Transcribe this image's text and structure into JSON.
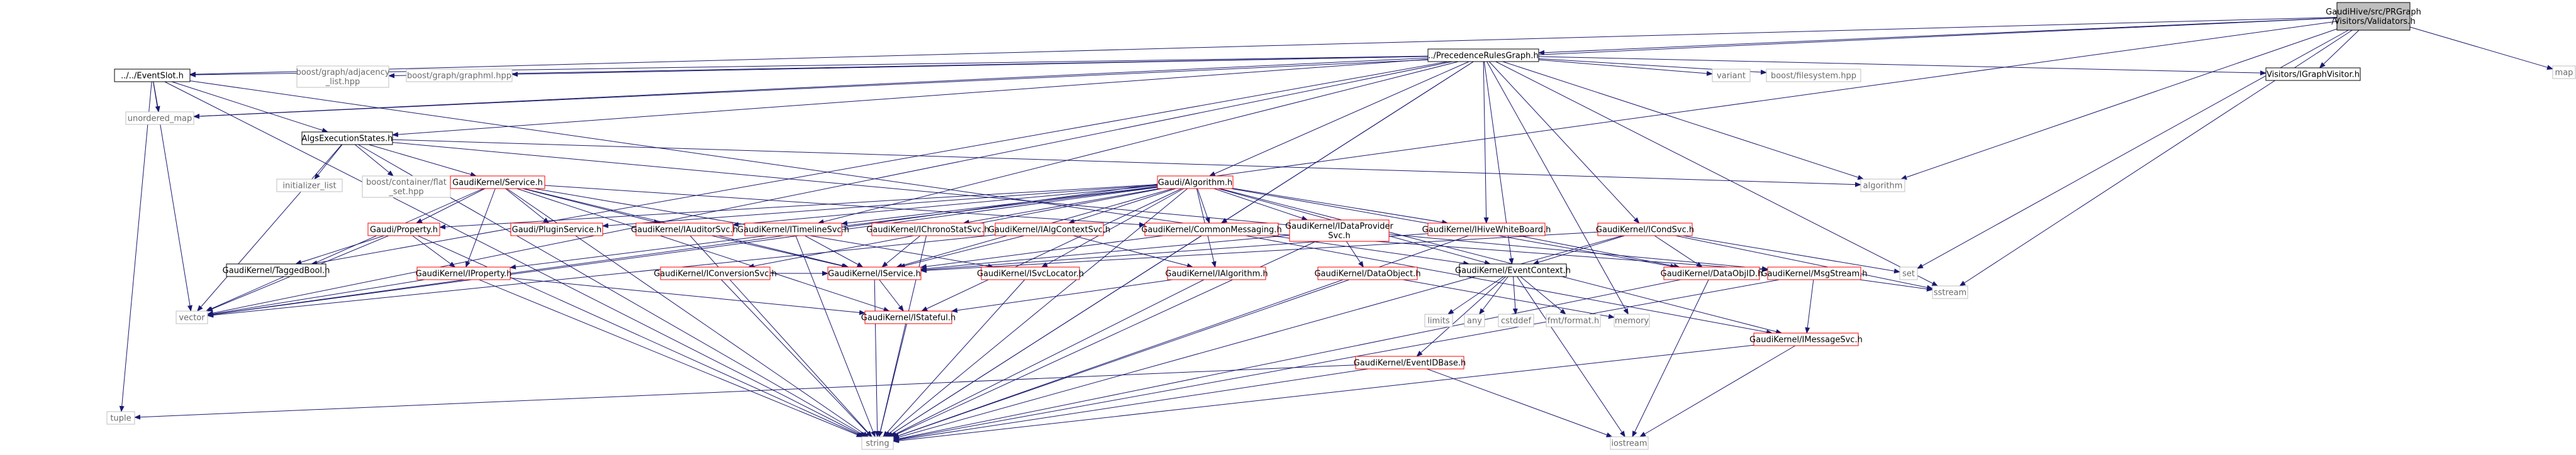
{
  "diagram": {
    "type": "include-dependency-graph",
    "colors": {
      "edge": "#191970",
      "root_fill": "#bfbfbf",
      "root_border": "#000000",
      "documented_border": "#000000",
      "expandable_border": "#ff0000",
      "external_border": "#bfbfbf",
      "external_text": "#6b6b6b",
      "text": "#000000",
      "background": "#ffffff"
    },
    "nodes": [
      {
        "id": "root",
        "label": [
          "GaudiHive/src/PRGraph",
          "/Visitors/Validators.h"
        ],
        "kind": "root"
      },
      {
        "id": "prg",
        "label": [
          "../PrecedenceRulesGraph.h"
        ],
        "kind": "documented"
      },
      {
        "id": "slot",
        "label": [
          "../../EventSlot.h"
        ],
        "kind": "documented"
      },
      {
        "id": "map",
        "label": [
          "map"
        ],
        "kind": "external"
      },
      {
        "id": "igv",
        "label": [
          "Visitors/IGraphVisitor.h"
        ],
        "kind": "documented"
      },
      {
        "id": "adj",
        "label": [
          "boost/graph/adjacency",
          "_list.hpp"
        ],
        "kind": "external"
      },
      {
        "id": "gml",
        "label": [
          "boost/graph/graphml.hpp"
        ],
        "kind": "external"
      },
      {
        "id": "variant",
        "label": [
          "variant"
        ],
        "kind": "external"
      },
      {
        "id": "bfs",
        "label": [
          "boost/filesystem.hpp"
        ],
        "kind": "external"
      },
      {
        "id": "umap",
        "label": [
          "unordered_map"
        ],
        "kind": "external"
      },
      {
        "id": "aes",
        "label": [
          "AlgsExecutionStates.h"
        ],
        "kind": "documented"
      },
      {
        "id": "init",
        "label": [
          "initializer_list"
        ],
        "kind": "external"
      },
      {
        "id": "flat",
        "label": [
          "boost/container/flat",
          "_set.hpp"
        ],
        "kind": "external"
      },
      {
        "id": "algorithm",
        "label": [
          "algorithm"
        ],
        "kind": "external"
      },
      {
        "id": "svc",
        "label": [
          "GaudiKernel/Service.h"
        ],
        "kind": "expandable"
      },
      {
        "id": "galg",
        "label": [
          "Gaudi/Algorithm.h"
        ],
        "kind": "expandable"
      },
      {
        "id": "prop",
        "label": [
          "Gaudi/Property.h"
        ],
        "kind": "expandable"
      },
      {
        "id": "tbool",
        "label": [
          "GaudiKernel/TaggedBool.h"
        ],
        "kind": "documented"
      },
      {
        "id": "iprop",
        "label": [
          "GaudiKernel/IProperty.h"
        ],
        "kind": "expandable"
      },
      {
        "id": "plugin",
        "label": [
          "Gaudi/PluginService.h"
        ],
        "kind": "expandable"
      },
      {
        "id": "iaud",
        "label": [
          "GaudiKernel/IAuditorSvc.h"
        ],
        "kind": "expandable"
      },
      {
        "id": "itl",
        "label": [
          "GaudiKernel/ITimelineSvc.h"
        ],
        "kind": "expandable"
      },
      {
        "id": "ichr",
        "label": [
          "GaudiKernel/IChronoStatSvc.h"
        ],
        "kind": "expandable"
      },
      {
        "id": "iacs",
        "label": [
          "GaudiKernel/IAlgContextSvc.h"
        ],
        "kind": "expandable"
      },
      {
        "id": "cmsg",
        "label": [
          "GaudiKernel/CommonMessaging.h"
        ],
        "kind": "expandable"
      },
      {
        "id": "idp",
        "label": [
          "GaudiKernel/IDataProvider",
          "Svc.h"
        ],
        "kind": "expandable"
      },
      {
        "id": "ihwb",
        "label": [
          "GaudiKernel/IHiveWhiteBoard.h"
        ],
        "kind": "expandable"
      },
      {
        "id": "icond",
        "label": [
          "GaudiKernel/ICondSvc.h"
        ],
        "kind": "expandable"
      },
      {
        "id": "iconv",
        "label": [
          "GaudiKernel/IConversionSvc.h"
        ],
        "kind": "expandable"
      },
      {
        "id": "iservice",
        "label": [
          "GaudiKernel/IService.h"
        ],
        "kind": "expandable"
      },
      {
        "id": "iisl",
        "label": [
          "GaudiKernel/ISvcLocator.h"
        ],
        "kind": "expandable"
      },
      {
        "id": "ialg",
        "label": [
          "GaudiKernel/IAlgorithm.h"
        ],
        "kind": "expandable"
      },
      {
        "id": "dobj",
        "label": [
          "GaudiKernel/DataObject.h"
        ],
        "kind": "expandable"
      },
      {
        "id": "ectx",
        "label": [
          "GaudiKernel/EventContext.h"
        ],
        "kind": "documented"
      },
      {
        "id": "dobjid",
        "label": [
          "GaudiKernel/DataObjID.h"
        ],
        "kind": "expandable"
      },
      {
        "id": "msgs",
        "label": [
          "GaudiKernel/MsgStream.h"
        ],
        "kind": "expandable"
      },
      {
        "id": "set",
        "label": [
          "set"
        ],
        "kind": "external"
      },
      {
        "id": "sstream",
        "label": [
          "sstream"
        ],
        "kind": "external"
      },
      {
        "id": "vector",
        "label": [
          "vector"
        ],
        "kind": "external"
      },
      {
        "id": "istate",
        "label": [
          "GaudiKernel/IStateful.h"
        ],
        "kind": "expandable"
      },
      {
        "id": "limits",
        "label": [
          "limits"
        ],
        "kind": "external"
      },
      {
        "id": "any",
        "label": [
          "any"
        ],
        "kind": "external"
      },
      {
        "id": "cstddef",
        "label": [
          "cstddef"
        ],
        "kind": "external"
      },
      {
        "id": "fmt",
        "label": [
          "fmt/format.h"
        ],
        "kind": "external"
      },
      {
        "id": "memory",
        "label": [
          "memory"
        ],
        "kind": "external"
      },
      {
        "id": "ievid",
        "label": [
          "GaudiKernel/EventIDBase.h"
        ],
        "kind": "expandable"
      },
      {
        "id": "imsvc",
        "label": [
          "GaudiKernel/IMessageSvc.h"
        ],
        "kind": "expandable"
      },
      {
        "id": "tuple",
        "label": [
          "tuple"
        ],
        "kind": "external"
      },
      {
        "id": "string",
        "label": [
          "string"
        ],
        "kind": "external"
      },
      {
        "id": "iostream",
        "label": [
          "iostream"
        ],
        "kind": "external"
      }
    ],
    "edges": [
      [
        "root",
        "prg"
      ],
      [
        "root",
        "slot"
      ],
      [
        "root",
        "map"
      ],
      [
        "root",
        "igv"
      ],
      [
        "root",
        "algorithm"
      ],
      [
        "root",
        "sstream"
      ],
      [
        "root",
        "set"
      ],
      [
        "root",
        "vector"
      ],
      [
        "root",
        "umap"
      ],
      [
        "prg",
        "slot"
      ],
      [
        "prg",
        "igv"
      ],
      [
        "prg",
        "adj"
      ],
      [
        "prg",
        "gml"
      ],
      [
        "prg",
        "variant"
      ],
      [
        "prg",
        "bfs"
      ],
      [
        "prg",
        "umap"
      ],
      [
        "prg",
        "aes"
      ],
      [
        "prg",
        "algorithm"
      ],
      [
        "prg",
        "galg"
      ],
      [
        "prg",
        "cmsg"
      ],
      [
        "prg",
        "itl"
      ],
      [
        "prg",
        "ihwb"
      ],
      [
        "prg",
        "icond"
      ],
      [
        "prg",
        "ectx"
      ],
      [
        "prg",
        "tbool"
      ],
      [
        "prg",
        "memory"
      ],
      [
        "prg",
        "sstream"
      ],
      [
        "prg",
        "string"
      ],
      [
        "prg",
        "vector"
      ],
      [
        "slot",
        "aes"
      ],
      [
        "slot",
        "umap"
      ],
      [
        "slot",
        "ectx"
      ],
      [
        "slot",
        "vector"
      ],
      [
        "slot",
        "tuple"
      ],
      [
        "slot",
        "string"
      ],
      [
        "aes",
        "init"
      ],
      [
        "aes",
        "flat"
      ],
      [
        "aes",
        "algorithm"
      ],
      [
        "aes",
        "svc"
      ],
      [
        "aes",
        "msgs"
      ],
      [
        "aes",
        "string"
      ],
      [
        "aes",
        "vector"
      ],
      [
        "svc",
        "prop"
      ],
      [
        "svc",
        "iprop"
      ],
      [
        "svc",
        "plugin"
      ],
      [
        "svc",
        "iaud"
      ],
      [
        "svc",
        "cmsg"
      ],
      [
        "svc",
        "iservice"
      ],
      [
        "svc",
        "iisl"
      ],
      [
        "svc",
        "istate"
      ],
      [
        "svc",
        "vector"
      ],
      [
        "svc",
        "string"
      ],
      [
        "galg",
        "prop"
      ],
      [
        "galg",
        "plugin"
      ],
      [
        "galg",
        "iaud"
      ],
      [
        "galg",
        "itl"
      ],
      [
        "galg",
        "ichr"
      ],
      [
        "galg",
        "iacs"
      ],
      [
        "galg",
        "cmsg"
      ],
      [
        "galg",
        "idp"
      ],
      [
        "galg",
        "ihwb"
      ],
      [
        "galg",
        "dobjid"
      ],
      [
        "galg",
        "iconv"
      ],
      [
        "galg",
        "iservice"
      ],
      [
        "galg",
        "iisl"
      ],
      [
        "galg",
        "ialg"
      ],
      [
        "galg",
        "ectx"
      ],
      [
        "galg",
        "istate"
      ],
      [
        "galg",
        "string"
      ],
      [
        "galg",
        "vector"
      ],
      [
        "galg",
        "iprop"
      ],
      [
        "galg",
        "imsvc"
      ],
      [
        "prop",
        "tbool"
      ],
      [
        "prop",
        "iprop"
      ],
      [
        "prop",
        "string"
      ],
      [
        "prop",
        "vector"
      ],
      [
        "iprop",
        "string"
      ],
      [
        "iprop",
        "vector"
      ],
      [
        "iprop",
        "istate"
      ],
      [
        "iaud",
        "iservice"
      ],
      [
        "iaud",
        "string"
      ],
      [
        "itl",
        "iservice"
      ],
      [
        "itl",
        "string"
      ],
      [
        "ichr",
        "iservice"
      ],
      [
        "ichr",
        "string"
      ],
      [
        "iacs",
        "ialg"
      ],
      [
        "iacs",
        "iservice"
      ],
      [
        "iacs",
        "vector"
      ],
      [
        "cmsg",
        "iservice"
      ],
      [
        "cmsg",
        "msgs"
      ],
      [
        "cmsg",
        "imsvc"
      ],
      [
        "cmsg",
        "string"
      ],
      [
        "idp",
        "dobj"
      ],
      [
        "idp",
        "iservice"
      ],
      [
        "idp",
        "string"
      ],
      [
        "ihwb",
        "iservice"
      ],
      [
        "ihwb",
        "dobjid"
      ],
      [
        "ihwb",
        "string"
      ],
      [
        "icond",
        "iservice"
      ],
      [
        "icond",
        "dobjid"
      ],
      [
        "icond",
        "ectx"
      ],
      [
        "icond",
        "set"
      ],
      [
        "icond",
        "sstream"
      ],
      [
        "icond",
        "string"
      ],
      [
        "iconv",
        "iservice"
      ],
      [
        "iconv",
        "string"
      ],
      [
        "iservice",
        "istate"
      ],
      [
        "iservice",
        "string"
      ],
      [
        "iisl",
        "string"
      ],
      [
        "ialg",
        "istate"
      ],
      [
        "ialg",
        "string"
      ],
      [
        "dobj",
        "memory"
      ],
      [
        "dobj",
        "string"
      ],
      [
        "ectx",
        "limits"
      ],
      [
        "ectx",
        "any"
      ],
      [
        "ectx",
        "cstddef"
      ],
      [
        "ectx",
        "fmt"
      ],
      [
        "ectx",
        "ievid"
      ],
      [
        "ectx",
        "iostream"
      ],
      [
        "dobjid",
        "iostream"
      ],
      [
        "dobjid",
        "string"
      ],
      [
        "msgs",
        "imsvc"
      ],
      [
        "msgs",
        "sstream"
      ],
      [
        "msgs",
        "string"
      ],
      [
        "ievid",
        "iostream"
      ],
      [
        "ievid",
        "tuple"
      ],
      [
        "ievid",
        "string"
      ],
      [
        "imsvc",
        "iostream"
      ],
      [
        "imsvc",
        "string"
      ],
      [
        "istate",
        "string"
      ]
    ]
  }
}
